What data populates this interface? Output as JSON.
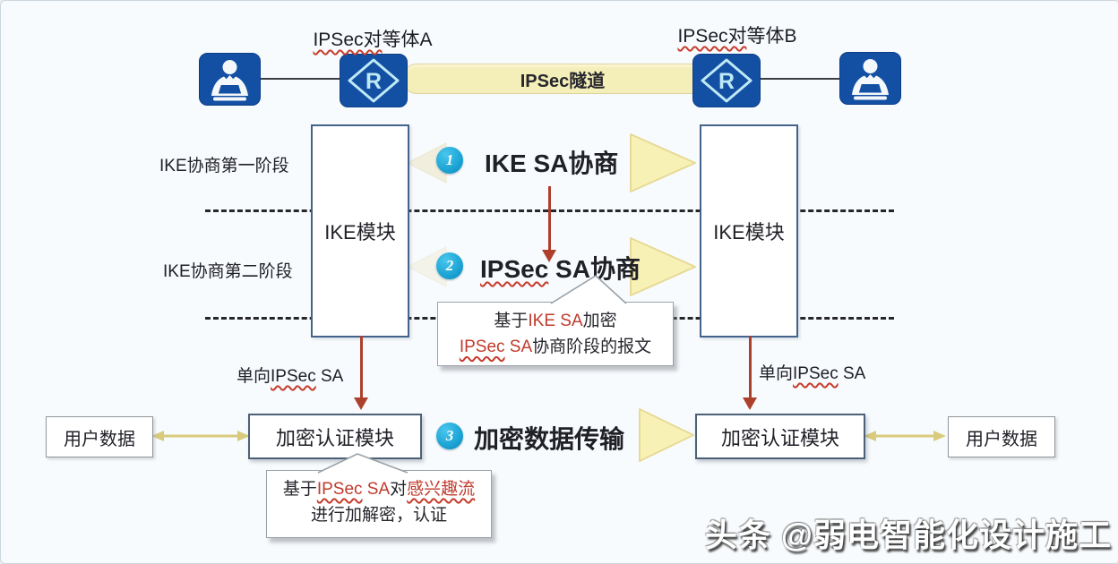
{
  "topology": {
    "peer_a_label_wavy": "IPSec对",
    "peer_a_label_rest": "等体A",
    "peer_b_label_wavy": "IPSec对",
    "peer_b_label_rest": "等体B",
    "tunnel_label": "IPSec隧道",
    "router_letter_a": "R",
    "router_letter_b": "R"
  },
  "stages": {
    "phase1_label": "IKE协商第一阶段",
    "phase2_label": "IKE协商第二阶段"
  },
  "modules": {
    "ike_left": "IKE模块",
    "ike_right": "IKE模块",
    "encrypt_left": "加密认证模块",
    "encrypt_right": "加密认证模块",
    "user_data_left": "用户数据",
    "user_data_right": "用户数据"
  },
  "flows": {
    "step1": {
      "num": "1",
      "label": "IKE SA协商"
    },
    "step2": {
      "num": "2",
      "label_wavy": "IPSec",
      "label_rest": " SA协商"
    },
    "step3": {
      "num": "3",
      "label": "加密数据传输"
    }
  },
  "sa": {
    "left_prefix": "单向",
    "left_wavy": "IPSec",
    "left_rest": " SA",
    "right_prefix": "单向",
    "right_wavy": "IPSec",
    "right_rest": " SA"
  },
  "callout_ike": {
    "l1_pre": "基于",
    "l1_red": "IKE SA",
    "l1_post": "加密",
    "l2_wavy": "IPSec",
    "l2_red": " SA",
    "l2_post": "协商阶段的报文"
  },
  "callout_ipsec": {
    "l1_pre": "基于",
    "l1_wavy": "IPSec",
    "l1_red": " SA",
    "l1_mid": "对",
    "l1_wavy2": "感兴趣流",
    "l2": "进行加解密，认证"
  },
  "watermark": "头条 @弱电智能化设计施工",
  "icons": {
    "user_left": "user-at-laptop-icon",
    "user_right": "user-at-laptop-icon",
    "router_left": "router-r-icon",
    "router_right": "router-r-icon"
  },
  "colors": {
    "canvas_bg": "#f8fbfd",
    "node_blue": "#1350a4",
    "node_glyph": "#bfe9f5",
    "tunnel_yellow": "#f4eeb9",
    "step_circle_blue": "#1ba4d4",
    "flow_arrow_yellow": "#f8f1b6",
    "red_arrow": "#ad402c",
    "red_text": "#c03b2c",
    "dark_text": "#202028",
    "double_arrow_tan": "#d9cb7d"
  }
}
